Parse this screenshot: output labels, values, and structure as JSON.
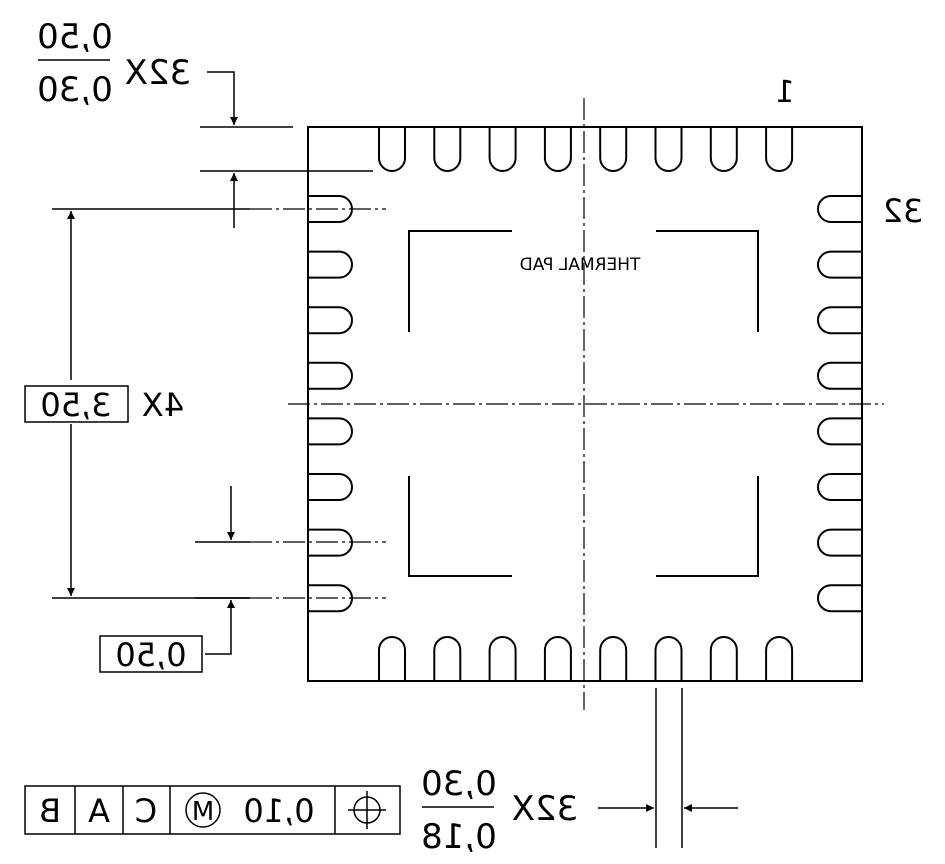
{
  "drawing": {
    "pin_pitch_tol": {
      "upper": "0,50",
      "lower": "0,30",
      "count": "32X"
    },
    "pin_first": "1",
    "pin_last": "32",
    "thermal_pad_label": "THERMAL PAD",
    "span_dimension": {
      "value": "3,50",
      "count": "4X"
    },
    "pitch_basic": "0,50",
    "lead_width_tol": {
      "upper": "0,30",
      "lower": "0,18",
      "count": "32X"
    },
    "feature_control_frame": {
      "symbol": "position-icon",
      "tolerance": "0,10",
      "modifier": "M",
      "datums": [
        "C",
        "A",
        "B"
      ]
    },
    "pins_per_side": 8
  }
}
